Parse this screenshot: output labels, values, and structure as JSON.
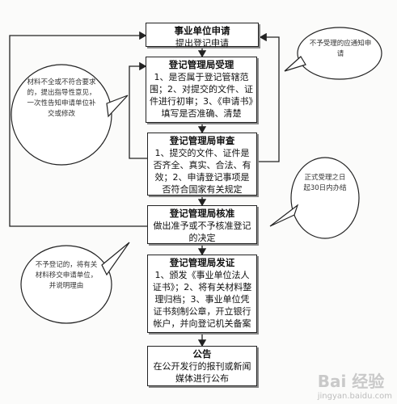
{
  "steps": [
    {
      "title": "事业单位申请",
      "body": "提出登记申请"
    },
    {
      "title": "登记管理局受理",
      "body": "1、是否属于登记管辖范围；2、对提交的文件、证件进行初审；3、《申请书》填写是否准确、清楚"
    },
    {
      "title": "登记管理局审查",
      "body": "1、提交的文件、证件是否齐全、真实、合法、有效；2、申请登记事项是否符合国家有关规定"
    },
    {
      "title": "登记管理局核准",
      "body": "做出准予或不予核准登记的决定"
    },
    {
      "title": "登记管理局发证",
      "body": "1、颁发《事业单位法人证书》；2、将有关材料整理归档；3、事业单位凭证书刻制公章，开立银行帐户，并向登记机关备案"
    },
    {
      "title": "公告",
      "body": "在公开发行的报刊或新闻媒体进行公布"
    }
  ],
  "notes": {
    "not_accepted": "不予受理的应通知申请",
    "incomplete": "材料不全或不符合要求的，提出指导性意见，一次性告知申请单位补交或修改",
    "deadline": "正式受理之日起30日内办结",
    "not_registered": "不予登记的，将有关材料移交申请单位，并说明理由"
  },
  "watermark": {
    "text": "Bai 经验",
    "url": "jingyan.baidu.com"
  },
  "colors": {
    "line": "#222222",
    "bubble_fill": "#ffffff"
  }
}
